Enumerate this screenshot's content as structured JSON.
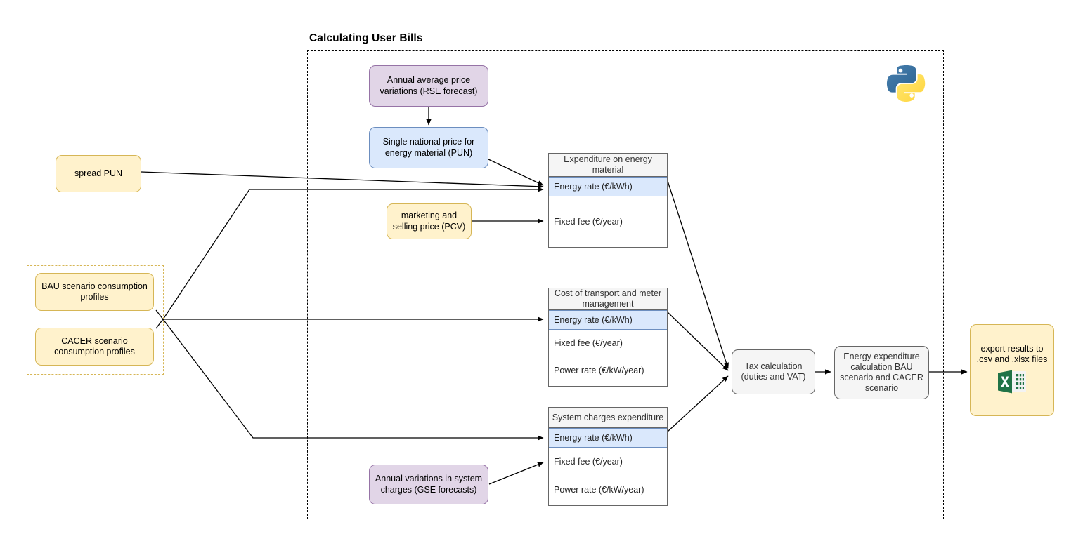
{
  "diagram": {
    "title": "Calculating User Bills",
    "colors": {
      "yellow_fill": "#fff2cc",
      "yellow_stroke": "#d6b656",
      "purple_fill": "#e1d5e7",
      "purple_stroke": "#9673a6",
      "blue_fill": "#dae8fc",
      "blue_stroke": "#6c8ebf",
      "grey_fill": "#f5f5f5",
      "grey_stroke": "#666666",
      "edge": "#000000",
      "excel_green": "#217346",
      "python_blue": "#366f9f",
      "python_yellow": "#ffd43b"
    },
    "nodes": {
      "spread_pun": "spread PUN",
      "bau_profiles": "BAU scenario consumption profiles",
      "cacer_profiles": "CACER scenario consumption profiles",
      "rse_forecast": "Annual average price variations (RSE forecast)",
      "pun": "Single national price for energy material (PUN)",
      "pcv": "marketing and selling price (PCV)",
      "gse_forecast": "Annual variations in system charges (GSE forecasts)",
      "tax_calculation": "Tax calculation (duties and VAT)",
      "energy_expenditure": "Energy expenditure calculation BAU scenario and CACER scenario",
      "export_results": "export results to .csv and .xlsx files"
    },
    "tables": [
      {
        "header": "Expenditure on energy material",
        "rows": [
          {
            "label": "Energy rate (€/kWh)",
            "highlighted": true
          },
          {
            "label": "Fixed fee (€/year)",
            "highlighted": false
          }
        ]
      },
      {
        "header": "Cost of transport and meter management",
        "rows": [
          {
            "label": "Energy rate (€/kWh)",
            "highlighted": true
          },
          {
            "label": "Fixed fee (€/year)",
            "highlighted": false
          },
          {
            "label": "Power rate (€/kW/year)",
            "highlighted": false
          }
        ]
      },
      {
        "header": "System charges expenditure",
        "rows": [
          {
            "label": "Energy rate (€/kWh)",
            "highlighted": true
          },
          {
            "label": "Fixed fee (€/year)",
            "highlighted": false
          },
          {
            "label": "Power rate (€/kW/year)",
            "highlighted": false
          }
        ]
      }
    ],
    "icons": {
      "python": "python-logo-icon",
      "excel": "excel-file-icon"
    }
  }
}
